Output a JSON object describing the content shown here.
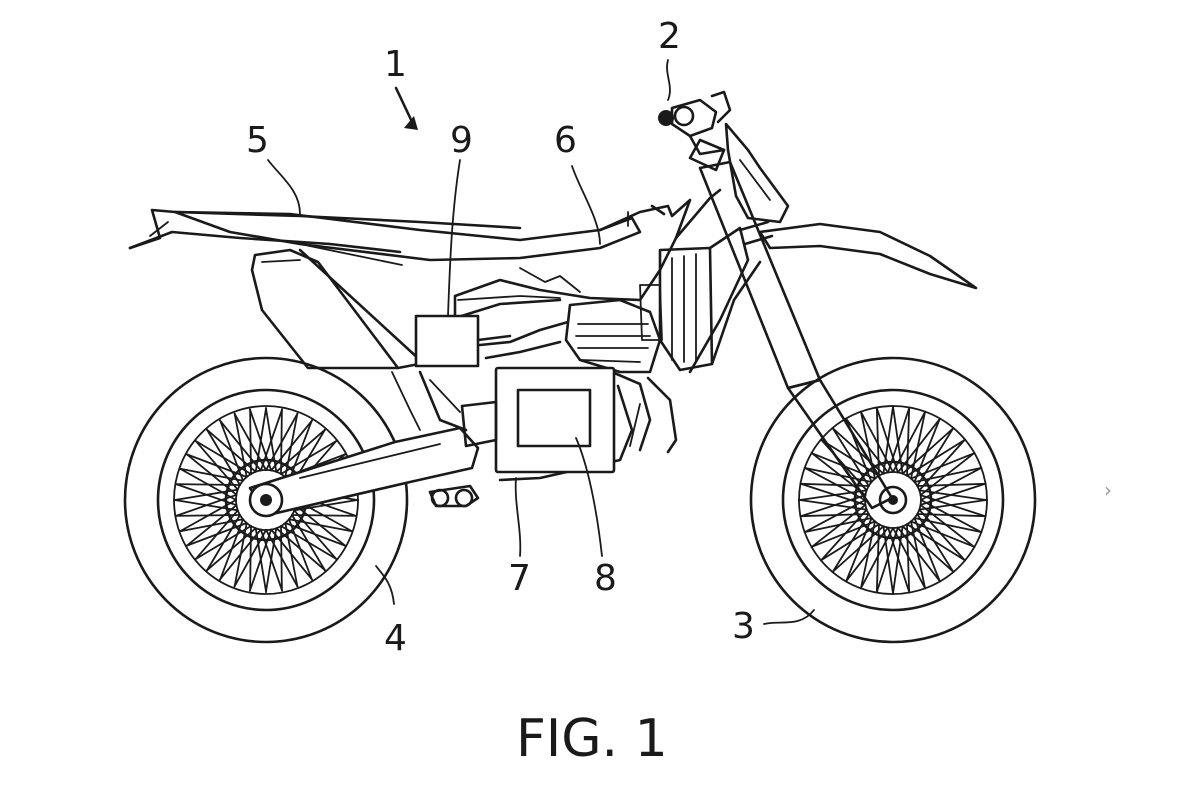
{
  "figure": {
    "caption": "FIG. 1",
    "reference_numerals": {
      "motorcycle": "1",
      "handlebar": "2",
      "front_wheel": "3",
      "rear_wheel": "4",
      "seat": "5",
      "tank": "6",
      "battery_housing": "7",
      "battery": "8",
      "control_box": "9"
    }
  },
  "navigation": {
    "next_icon": "chevron-right-icon",
    "next_glyph": "›"
  },
  "colors": {
    "ink": "#1a1a1a",
    "background": "#ffffff",
    "nav": "#9a9a9a"
  }
}
